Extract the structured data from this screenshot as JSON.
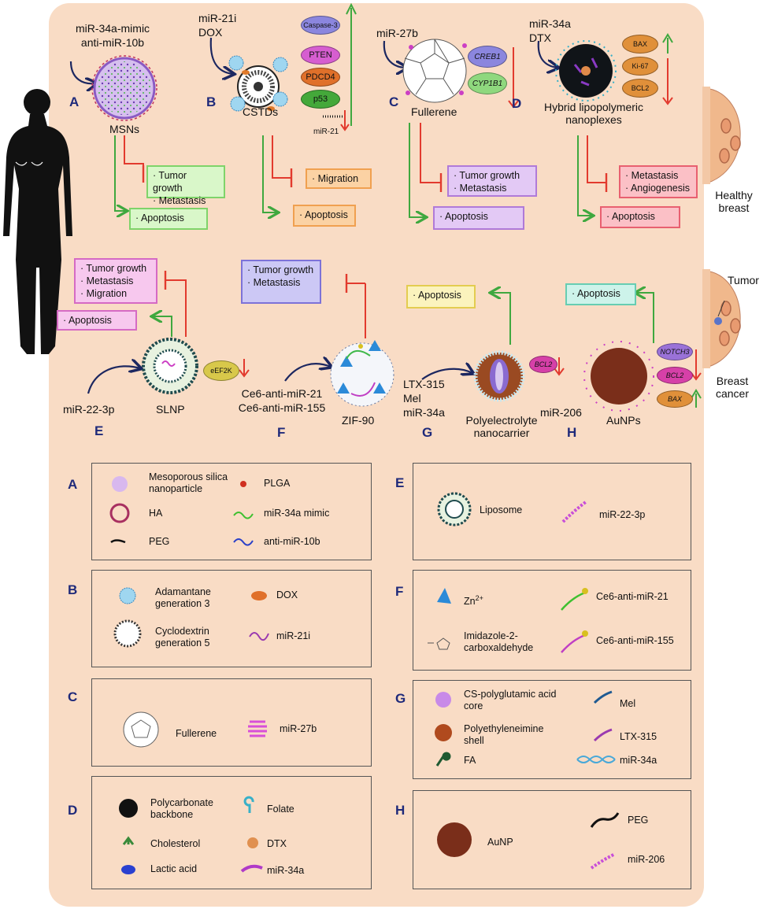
{
  "top": {
    "A": {
      "letter": "A",
      "agents": [
        "miR-34a-mimic",
        "anti-miR-10b"
      ],
      "carrier": "MSNs",
      "inhibit": [
        "Tumor growth",
        "Metastasis"
      ],
      "induce": [
        "Apoptosis"
      ],
      "colors": {
        "box": "#d9f7c9",
        "border": "#7fd36a"
      }
    },
    "B": {
      "letter": "B",
      "agents": [
        "miR-21i",
        "DOX"
      ],
      "carrier": "CSTDs",
      "markers": [
        "Caspase-3",
        "PTEN",
        "PDCD4",
        "p53"
      ],
      "mirna": "miR-21",
      "inhibit": [
        "Migration"
      ],
      "induce": [
        "Apoptosis"
      ],
      "colors": {
        "box": "#fbd2a4",
        "border": "#f0a050"
      }
    },
    "C": {
      "letter": "C",
      "agents": [
        "miR-27b"
      ],
      "carrier": "Fullerene",
      "markers": [
        "CREB1",
        "CYP1B1"
      ],
      "inhibit": [
        "Tumor growth",
        "Metastasis"
      ],
      "induce": [
        "Apoptosis"
      ],
      "colors": {
        "box": "#e3c9f5",
        "border": "#b07ad8"
      }
    },
    "D": {
      "letter": "D",
      "agents": [
        "miR-34a",
        "DTX"
      ],
      "carrier": "Hybrid lipopolymeric nanoplexes",
      "markers": [
        "BAX",
        "Ki-67",
        "BCL2"
      ],
      "inhibit": [
        "Metastasis",
        "Angiogenesis"
      ],
      "induce": [
        "Apoptosis"
      ],
      "colors": {
        "box": "#fbc0c6",
        "border": "#e86070"
      }
    }
  },
  "bottom": {
    "E": {
      "letter": "E",
      "agents": [
        "miR-22-3p"
      ],
      "carrier": "SLNP",
      "markers": [
        "eEF2K"
      ],
      "inhibit": [
        "Tumor growth",
        "Metastasis",
        "Migration"
      ],
      "induce": [
        "Apoptosis"
      ],
      "colors": {
        "box": "#f7c8ee",
        "border": "#d56ac4"
      }
    },
    "F": {
      "letter": "F",
      "agents": [
        "Ce6-anti-miR-21",
        "Ce6-anti-miR-155"
      ],
      "carrier": "ZIF-90",
      "inhibit": [
        "Tumor growth",
        "Metastasis"
      ],
      "colors": {
        "box": "#ccc8f5",
        "border": "#7d72d8"
      }
    },
    "G": {
      "letter": "G",
      "agents": [
        "LTX-315",
        "Mel",
        "miR-34a"
      ],
      "carrier": "Polyelectrolyte nanocarrier",
      "markers": [
        "BCL2"
      ],
      "induce": [
        "Apoptosis"
      ],
      "colors": {
        "box": "#fbf3bd",
        "border": "#e3cc50"
      }
    },
    "H": {
      "letter": "H",
      "agents": [
        "miR-206"
      ],
      "carrier": "AuNPs",
      "markers": [
        "NOTCH3",
        "BCL2",
        "BAX"
      ],
      "induce": [
        "Apoptosis"
      ],
      "colors": {
        "box": "#cdf3ea",
        "border": "#67cdb2"
      }
    }
  },
  "breast": {
    "healthy": "Healthy breast",
    "tumor": "Tumor",
    "cancer": "Breast cancer"
  },
  "legend": {
    "A": [
      "Mesoporous silica nanoparticle",
      "PLGA",
      "HA",
      "miR-34a mimic",
      "PEG",
      "anti-miR-10b"
    ],
    "B": [
      "Adamantane generation 3",
      "DOX",
      "Cyclodextrin generation 5",
      "miR-21i"
    ],
    "C": [
      "Fullerene",
      "miR-27b"
    ],
    "D": [
      "Polycarbonate backbone",
      "Folate",
      "Cholesterol",
      "DTX",
      "Lactic acid",
      "miR-34a"
    ],
    "E": [
      "Liposome",
      "miR-22-3p"
    ],
    "F": [
      "Zn",
      "2+",
      "Ce6-anti-miR-21",
      "Imidazole-2-carboxaldehyde",
      "Ce6-anti-miR-155"
    ],
    "G": [
      "CS-polyglutamic acid core",
      "Mel",
      "Polyethyleneimine shell",
      "LTX-315",
      "FA",
      "miR-34a"
    ],
    "H": [
      "PEG",
      "AuNP",
      "miR-206"
    ]
  },
  "icons": [
    "silhouette-icon",
    "nanoparticle-icon",
    "down-arrow-icon",
    "up-arrow-icon",
    "inhibition-icon"
  ]
}
